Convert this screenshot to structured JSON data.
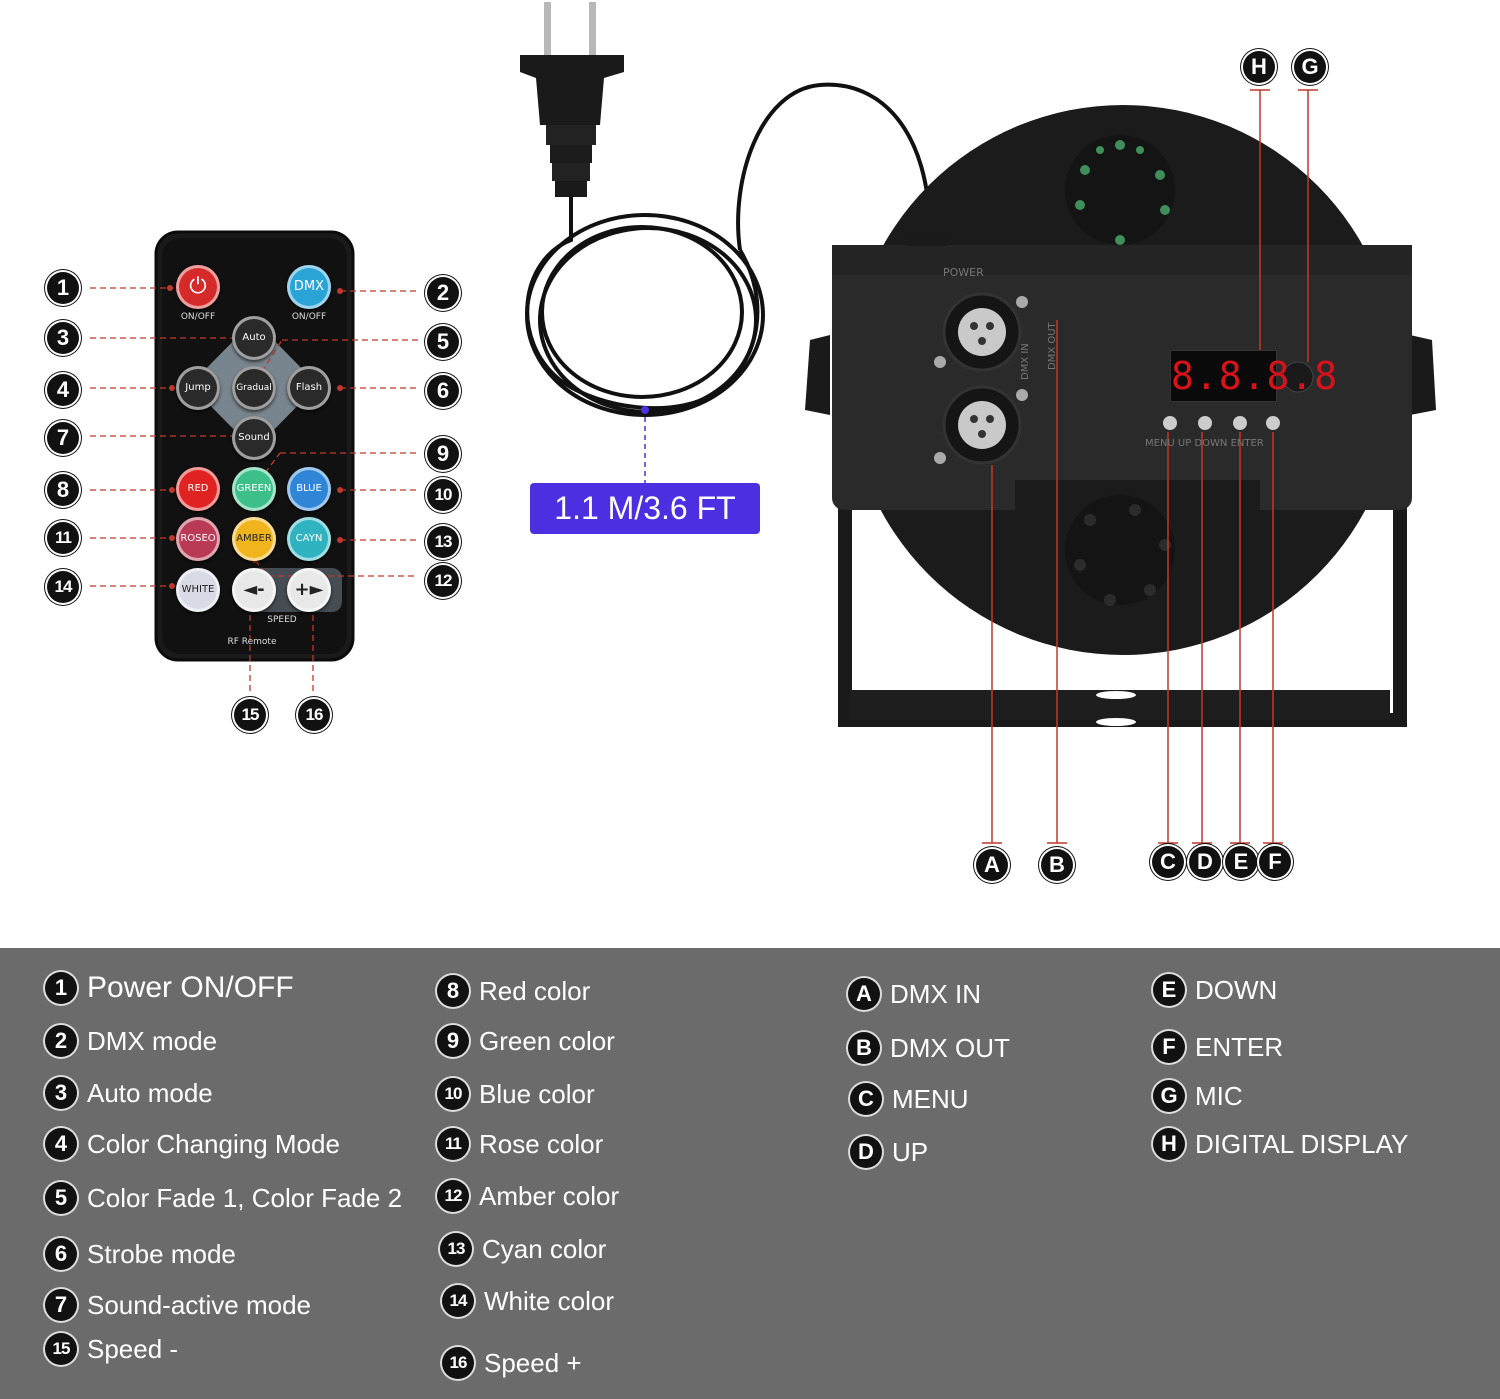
{
  "cable": {
    "length_label": "1.1 M/3.6 FT"
  },
  "remote": {
    "power_button": "",
    "power_caption": "ON/OFF",
    "dmx_button": "DMX",
    "dmx_caption": "ON/OFF",
    "auto": "Auto",
    "jump": "Jump",
    "gradual": "Gradual",
    "flash": "Flash",
    "sound": "Sound",
    "red": "RED",
    "green": "GREEN",
    "blue": "BLUE",
    "roseo": "ROSEO",
    "amber": "AMBER",
    "cayn": "CAYN",
    "white": "WHITE",
    "speed_minus": "◄-",
    "speed_plus": "+►",
    "speed_caption": "SPEED",
    "model": "RF Remote"
  },
  "device": {
    "display_value": "8.8.8.8",
    "power_label": "POWER",
    "dmx_in_label": "DMX IN",
    "dmx_out_label": "DMX OUT",
    "button_labels": "MENU  UP  DOWN  ENTER"
  },
  "callouts": {
    "remote_numbers": [
      "1",
      "2",
      "3",
      "4",
      "5",
      "6",
      "7",
      "8",
      "9",
      "10",
      "11",
      "12",
      "13",
      "14",
      "15",
      "16"
    ],
    "device_letters": [
      "A",
      "B",
      "C",
      "D",
      "E",
      "F",
      "G",
      "H"
    ]
  },
  "legend": {
    "remote": [
      {
        "num": "1",
        "text": "Power ON/OFF"
      },
      {
        "num": "2",
        "text": "DMX mode"
      },
      {
        "num": "3",
        "text": "Auto mode"
      },
      {
        "num": "4",
        "text": "Color Changing Mode"
      },
      {
        "num": "5",
        "text": "Color Fade 1, Color Fade 2"
      },
      {
        "num": "6",
        "text": "Strobe mode"
      },
      {
        "num": "7",
        "text": "Sound-active mode"
      },
      {
        "num": "15",
        "text": "Speed -"
      },
      {
        "num": "8",
        "text": "Red color"
      },
      {
        "num": "9",
        "text": "Green color"
      },
      {
        "num": "10",
        "text": "Blue color"
      },
      {
        "num": "11",
        "text": "Rose color"
      },
      {
        "num": "12",
        "text": "Amber color"
      },
      {
        "num": "13",
        "text": "Cyan color"
      },
      {
        "num": "14",
        "text": "White color"
      },
      {
        "num": "16",
        "text": "Speed +"
      }
    ],
    "device": [
      {
        "letter": "A",
        "text": "DMX IN"
      },
      {
        "letter": "B",
        "text": "DMX OUT"
      },
      {
        "letter": "C",
        "text": "MENU"
      },
      {
        "letter": "D",
        "text": "UP"
      },
      {
        "letter": "E",
        "text": "DOWN"
      },
      {
        "letter": "F",
        "text": "ENTER"
      },
      {
        "letter": "G",
        "text": "MIC"
      },
      {
        "letter": "H",
        "text": "DIGITAL DISPLAY"
      }
    ]
  },
  "colors": {
    "legend_bg": "#6b6b6b",
    "badge_bg": "#111111",
    "cable_badge": "#4b2fe0",
    "callout_line": "#c0392b",
    "display_red": "#d8121b"
  }
}
